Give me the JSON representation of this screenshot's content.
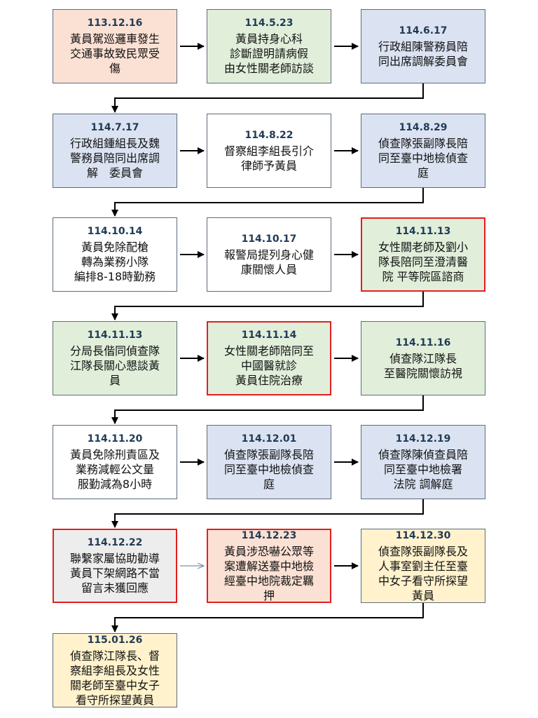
{
  "colors": {
    "orange": "#fbe1d4",
    "green": "#e1efda",
    "blue": "#dbe3f2",
    "white": "#ffffff",
    "gray": "#ededed",
    "yellow": "#fff2cc",
    "highlight_border": "#e02020"
  },
  "events": [
    {
      "date": "113.12.16",
      "text": "黃員駕巡邏車發生\n交通事故致民眾受\n傷",
      "color": "orange",
      "highlight": false
    },
    {
      "date": "114.5.23",
      "text": "黃員持身心科\n診斷證明請病假\n由女性關老師訪談",
      "color": "green",
      "highlight": false
    },
    {
      "date": "114.6.17",
      "text": "行政組陳警務員陪\n同出席調解委員會",
      "color": "blue",
      "highlight": false
    },
    {
      "date": "114.7.17",
      "text": "行政組鍾組長及魏\n警務員陪同出席調\n解　委員會",
      "color": "blue",
      "highlight": false
    },
    {
      "date": "114.8.22",
      "text": "督察組李組長引介\n律師予黃員",
      "color": "white",
      "highlight": false
    },
    {
      "date": "114.8.29",
      "text": "偵查隊張副隊長陪\n同至臺中地檢偵查\n庭",
      "color": "blue",
      "highlight": false
    },
    {
      "date": "114.10.14",
      "text": "黃員免除配槍\n轉為業務小隊\n編排8-18時勤務",
      "color": "white",
      "highlight": false
    },
    {
      "date": "114.10.17",
      "text": "報警局提列身心健\n康關懷人員",
      "color": "white",
      "highlight": false
    },
    {
      "date": "114.11.13",
      "text": "女性關老師及劉小\n隊長陪同至澄清醫\n院 平等院區諮商",
      "color": "green",
      "highlight": true
    },
    {
      "date": "114.11.13",
      "text": "分局長偕同偵查隊\n江隊長關心懇談黃\n員",
      "color": "green",
      "highlight": false
    },
    {
      "date": "114.11.14",
      "text": "女性關老師陪同至\n中國醫就診\n黃員住院治療",
      "color": "green",
      "highlight": true
    },
    {
      "date": "114.11.16",
      "text": "偵查隊江隊長\n至醫院關懷訪視",
      "color": "green",
      "highlight": false
    },
    {
      "date": "114.11.20",
      "text": "黃員免除刑責區及\n業務減輕公文量\n服勤減為8小時",
      "color": "white",
      "highlight": false
    },
    {
      "date": "114.12.01",
      "text": "偵查隊張副隊長陪\n同至臺中地檢偵查\n庭",
      "color": "blue",
      "highlight": false
    },
    {
      "date": "114.12.19",
      "text": "偵查隊陳偵查員陪\n同至臺中地檢署\n法院 調解庭",
      "color": "blue",
      "highlight": false
    },
    {
      "date": "114.12.22",
      "text": "聯繫家屬協助勸導\n黃員下架網路不當\n留言未獲回應",
      "color": "gray",
      "highlight": true
    },
    {
      "date": "114.12.23",
      "text": "黃員涉恐嚇公眾等\n案遭解送臺中地檢\n經臺中地院裁定羈\n押",
      "color": "orange",
      "highlight": true
    },
    {
      "date": "114.12.30",
      "text": "偵查隊張副隊長及\n人事室劉主任至臺\n中女子看守所探望\n黃員",
      "color": "yellow",
      "highlight": false
    },
    {
      "date": "115.01.26",
      "text": "偵查隊江隊長、督\n察組李組長及女性\n關老師至臺中女子\n看守所探望黃員",
      "color": "yellow",
      "highlight": false
    }
  ]
}
